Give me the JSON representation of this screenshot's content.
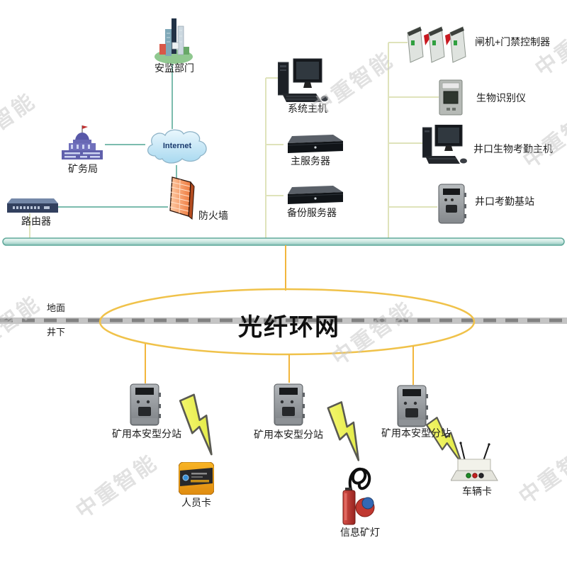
{
  "watermark": {
    "text": "中重智能"
  },
  "nodes": {
    "safety_dept": {
      "label": "安监部门"
    },
    "mining_bureau": {
      "label": "矿务局"
    },
    "internet_cloud": {
      "label": "Internet"
    },
    "router": {
      "label": "路由器"
    },
    "firewall": {
      "label": "防火墙"
    },
    "system_host": {
      "label": "系统主机"
    },
    "main_server": {
      "label": "主服务器"
    },
    "backup_server": {
      "label": "备份服务器"
    },
    "turnstile_controller": {
      "label": "闸机+门禁控制器"
    },
    "biometric_reader": {
      "label": "生物识别仪"
    },
    "wellhead_attendance_host": {
      "label": "井口生物考勤主机"
    },
    "wellhead_attendance_base": {
      "label": "井口考勤基站"
    },
    "fiber_ring": {
      "label": "光纤环网"
    },
    "surface_label": {
      "label": "地面"
    },
    "underground_label": {
      "label": "井下"
    },
    "substation_1": {
      "label": "矿用本安型分站"
    },
    "substation_2": {
      "label": "矿用本安型分站"
    },
    "substation_3": {
      "label": "矿用本安型分站"
    },
    "personnel_card": {
      "label": "人员卡"
    },
    "info_miner_lamp": {
      "label": "信息矿灯"
    },
    "vehicle_card": {
      "label": "车辆卡"
    }
  },
  "colors": {
    "teal_line": "#7cbcae",
    "pale_line": "#dfe3bb",
    "gold_line": "#f2b63c",
    "ring_stroke": "#f0c24a",
    "ground_band": "#c4c4c4",
    "ground_dash": "#818181",
    "backbone_edge": "#5fa89a"
  }
}
